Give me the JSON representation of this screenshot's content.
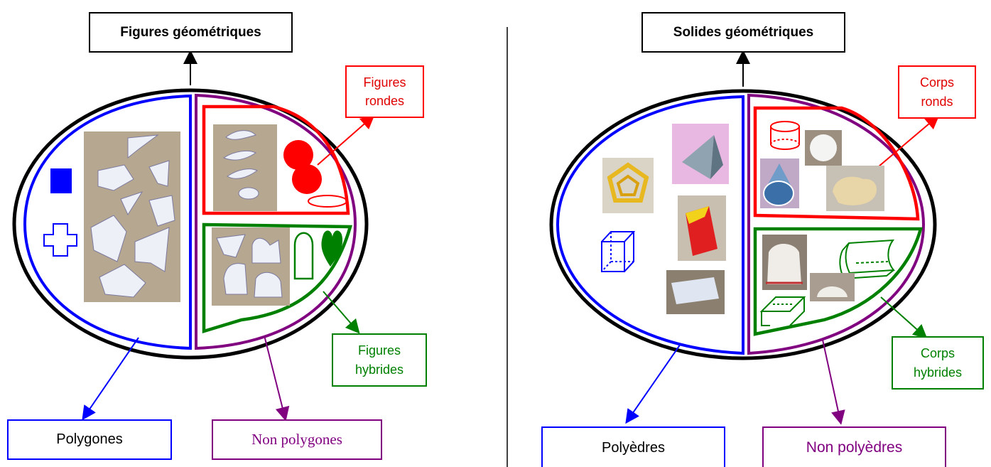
{
  "left": {
    "title": "Figures géométriques",
    "round_label": [
      "Figures",
      "rondes"
    ],
    "hybrid_label": [
      "Figures",
      "hybrides"
    ],
    "polygon_label": "Polygones",
    "nonpolygon_label": "Non polygones"
  },
  "right": {
    "title": "Solides géométriques",
    "round_label": [
      "Corps",
      "ronds"
    ],
    "hybrid_label": [
      "Corps",
      "hybrides"
    ],
    "polyhedra_label": "Polyèdres",
    "nonpolyhedra_label": "Non polyèdres"
  },
  "colors": {
    "outer": "#000000",
    "polygon": "#0000ff",
    "nonpolygon": "#800080",
    "round": "#ff0000",
    "hybrid": "#008000",
    "photo_cardboard": "#b5a790",
    "photo_paper": "#eef0f7"
  }
}
